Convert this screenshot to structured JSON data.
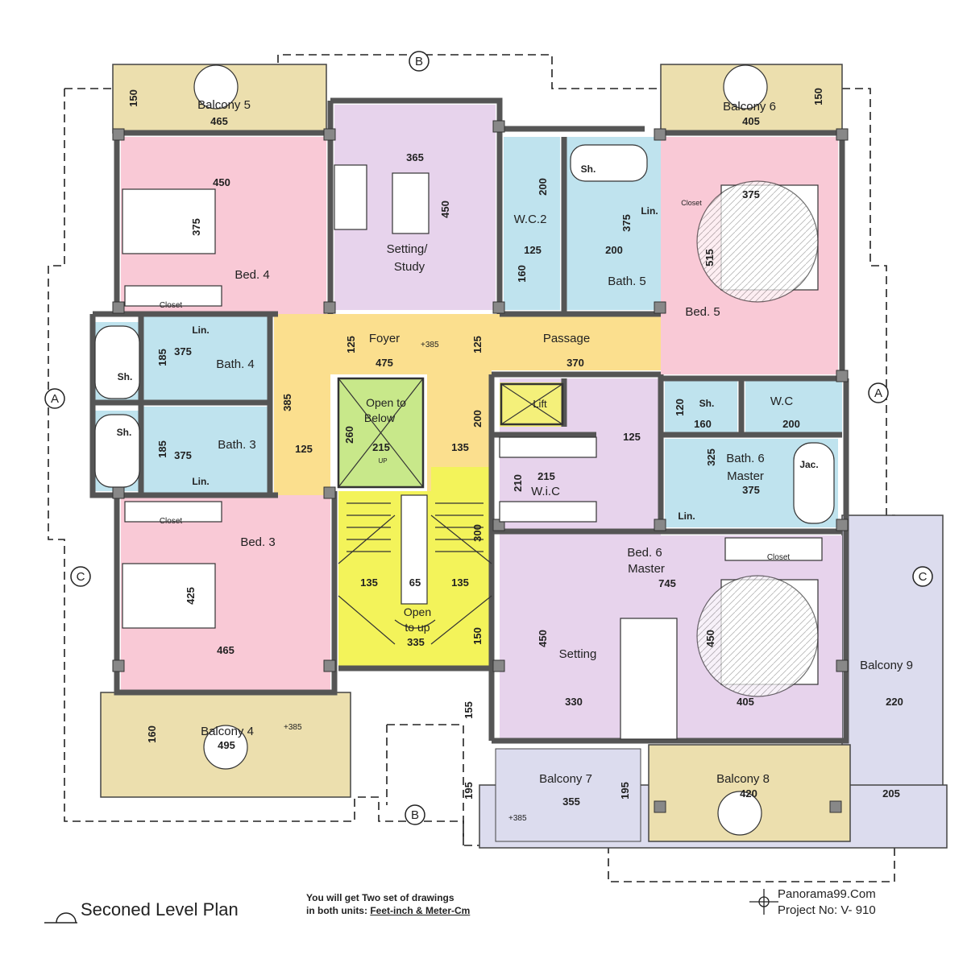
{
  "plan_title": "Seconed Level Plan",
  "note": {
    "line1": "You will get Two set of drawings",
    "line2_prefix": "in both units: ",
    "line2_units": "Feet-inch & Meter-Cm"
  },
  "brand": {
    "site": "Panorama99.Com",
    "project": "Project No: V- 910"
  },
  "rooms": {
    "balcony5": "Balcony 5",
    "balcony6": "Balcony 6",
    "balcony4": "Balcony 4",
    "balcony7": "Balcony 7",
    "balcony8": "Balcony 8",
    "balcony9": "Balcony 9",
    "bed4": "Bed. 4",
    "bed3": "Bed. 3",
    "bed5": "Bed. 5",
    "bed6": "Bed. 6",
    "master": "Master",
    "bath4": "Bath. 4",
    "bath3": "Bath. 3",
    "bath5": "Bath. 5",
    "bath6": "Bath. 6",
    "setting_study_1": "Setting/",
    "setting_study_2": "Study",
    "foyer": "Foyer",
    "passage": "Passage",
    "wc2": "W.C.2",
    "wc": "W.C",
    "wic": "W.i.C",
    "lift": "Lift",
    "open_below_1": "Open to",
    "open_below_2": "Below",
    "open_up_1": "Open",
    "open_up_2": "to up",
    "setting": "Setting",
    "closet": "Closet",
    "lin": "Lin.",
    "sh": "Sh.",
    "jac": "Jac.",
    "up": "UP"
  },
  "dimensions": {
    "d150a": "150",
    "d465a": "465",
    "d150b": "150",
    "d405a": "405",
    "d365": "365",
    "d450a": "450",
    "d375a": "375",
    "d450b": "450",
    "d200a": "200",
    "d375b": "375",
    "d375c": "375",
    "d515": "515",
    "d125a": "125",
    "d200b": "200",
    "d160a": "160",
    "d125b": "125",
    "d125c": "125",
    "d475": "475",
    "d370": "370",
    "d375d": "375",
    "d185a": "185",
    "d385a": "385",
    "d260": "260",
    "d215a": "215",
    "d135a": "135",
    "d200c": "200",
    "d125d": "125",
    "d120": "120",
    "d160b": "160",
    "d200d": "200",
    "d325": "325",
    "d375e": "375",
    "d185b": "185",
    "d375f": "375",
    "d125e": "125",
    "d210": "210",
    "d215b": "215",
    "d300": "300",
    "d425": "425",
    "d135b": "135",
    "d65": "65",
    "d135c": "135",
    "d745": "745",
    "d450c": "450",
    "d450d": "450",
    "d150c": "150",
    "d335": "335",
    "d465b": "465",
    "d330": "330",
    "d405b": "405",
    "d220": "220",
    "d160c": "160",
    "d495": "495",
    "d155": "155",
    "d195a": "195",
    "d195b": "195",
    "d355": "355",
    "d420": "420",
    "d205": "205",
    "lev385a": "+385",
    "lev385b": "+385",
    "lev385c": "+385"
  },
  "grid_markers": {
    "a_left": "A",
    "a_right": "A",
    "b_top": "B",
    "b_bottom": "B",
    "c_left": "C",
    "c_right": "C"
  },
  "colors": {
    "bedroom": "#f9c9d6",
    "bath": "#bfe3ee",
    "study": "#e7d3ec",
    "corridor": "#fbdf8e",
    "stair": "#f3f35a",
    "void": "#c8e88a",
    "balcony": "#ecdfae",
    "terrace": "#dcdcee",
    "wall": "#555555"
  }
}
